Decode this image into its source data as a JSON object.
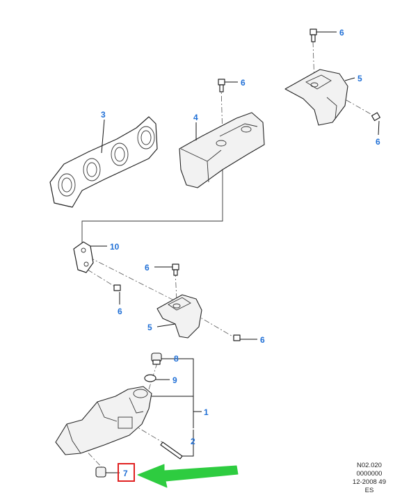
{
  "diagram": {
    "callouts": [
      {
        "id": "c6a",
        "label": "6"
      },
      {
        "id": "c5a",
        "label": "5"
      },
      {
        "id": "c6b",
        "label": "6"
      },
      {
        "id": "c3",
        "label": "3"
      },
      {
        "id": "c6c",
        "label": "6"
      },
      {
        "id": "c4",
        "label": "4"
      },
      {
        "id": "c10",
        "label": "10"
      },
      {
        "id": "c6d",
        "label": "6"
      },
      {
        "id": "c6e",
        "label": "6"
      },
      {
        "id": "c5b",
        "label": "5"
      },
      {
        "id": "c6f",
        "label": "6"
      },
      {
        "id": "c8",
        "label": "8"
      },
      {
        "id": "c9",
        "label": "9"
      },
      {
        "id": "c1",
        "label": "1"
      },
      {
        "id": "c2",
        "label": "2"
      },
      {
        "id": "c7",
        "label": "7"
      }
    ],
    "highlight": {
      "label": "7",
      "color": "#e02020"
    },
    "arrow_color": "#2ecc40",
    "callout_color": "#1f6fd6"
  },
  "reference": {
    "line1": "N02.020",
    "line2": "0000000",
    "line3": "12-2008 49",
    "line4": "ES"
  }
}
